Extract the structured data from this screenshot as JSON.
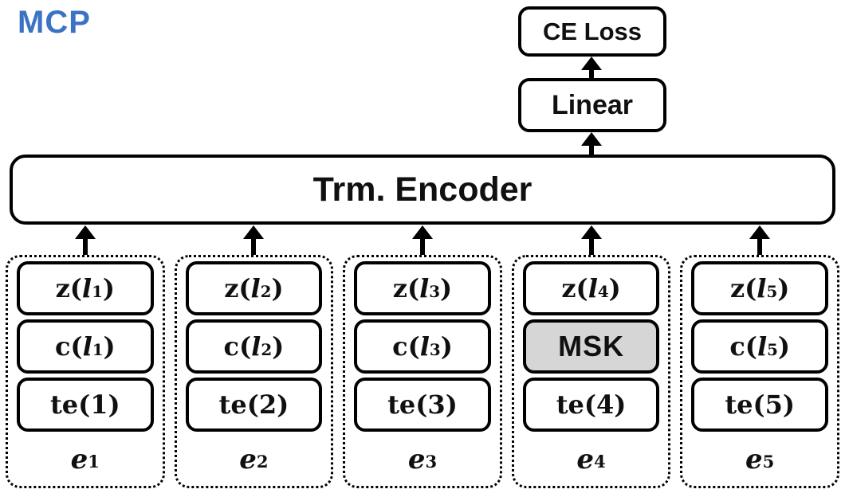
{
  "title": {
    "label": "MCP"
  },
  "loss_box": {
    "label": "CE Loss"
  },
  "linear_box": {
    "label": "Linear"
  },
  "encoder_box": {
    "label": "Trm. Encoder"
  },
  "colors": {
    "accent_blue": "#3B73C4",
    "mask_fill": "#D6D6D6",
    "line": "#000000",
    "background": "#FFFFFF"
  },
  "columns": [
    {
      "z": {
        "open": "z(",
        "var": "l",
        "sub": "1",
        "close": ")"
      },
      "c": {
        "open": "c(",
        "var": "l",
        "sub": "1",
        "close": ")"
      },
      "te": {
        "text": "te(1)"
      },
      "e": {
        "var": "e",
        "sub": "1"
      }
    },
    {
      "z": {
        "open": "z(",
        "var": "l",
        "sub": "2",
        "close": ")"
      },
      "c": {
        "open": "c(",
        "var": "l",
        "sub": "2",
        "close": ")"
      },
      "te": {
        "text": "te(2)"
      },
      "e": {
        "var": "e",
        "sub": "2"
      }
    },
    {
      "z": {
        "open": "z(",
        "var": "l",
        "sub": "3",
        "close": ")"
      },
      "c": {
        "open": "c(",
        "var": "l",
        "sub": "3",
        "close": ")"
      },
      "te": {
        "text": "te(3)"
      },
      "e": {
        "var": "e",
        "sub": "3"
      }
    },
    {
      "z": {
        "open": "z(",
        "var": "l",
        "sub": "4",
        "close": ")"
      },
      "msk": {
        "text": "MSK"
      },
      "te": {
        "text": "te(4)"
      },
      "e": {
        "var": "e",
        "sub": "4"
      }
    },
    {
      "z": {
        "open": "z(",
        "var": "l",
        "sub": "5",
        "close": ")"
      },
      "c": {
        "open": "c(",
        "var": "l",
        "sub": "5",
        "close": ")"
      },
      "te": {
        "text": "te(5)"
      },
      "e": {
        "var": "e",
        "sub": "5"
      }
    }
  ]
}
